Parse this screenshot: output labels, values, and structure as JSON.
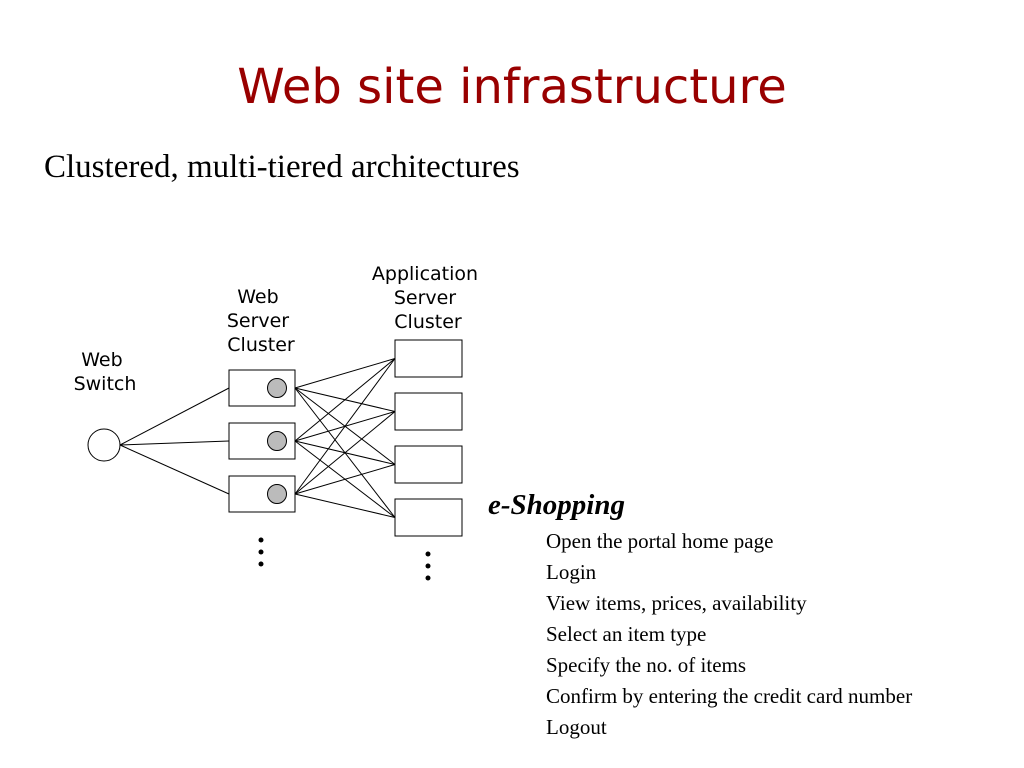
{
  "title": "Web site infrastructure",
  "subtitle": "Clustered, multi-tiered architectures",
  "diagram": {
    "web_switch_label": [
      "Web",
      "Switch"
    ],
    "web_server_cluster_label": [
      "Web",
      "Server",
      "Cluster"
    ],
    "app_server_cluster_label": [
      "Application",
      "Server",
      "Cluster"
    ],
    "web_server_count": 3,
    "app_server_count": 4,
    "colors": {
      "server_led": "#bbbbbb",
      "line": "#000000"
    }
  },
  "eshopping": {
    "heading": "e-Shopping",
    "steps": [
      "Open the portal home page",
      "Login",
      "View items, prices, availability",
      "Select an item type",
      "Specify the no. of items",
      "Confirm by entering the credit card  number",
      "Logout"
    ]
  },
  "colors": {
    "title": "#990000"
  }
}
